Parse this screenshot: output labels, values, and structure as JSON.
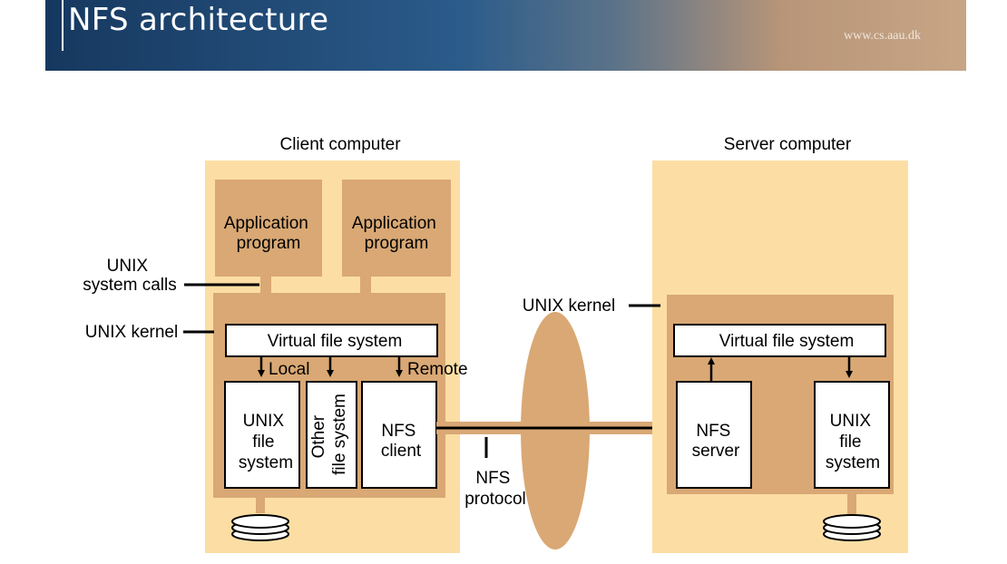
{
  "header": {
    "title": "NFS architecture",
    "url": "www.cs.aau.dk"
  },
  "diagram": {
    "client": {
      "title": "Client computer",
      "app1": [
        "Application",
        "program"
      ],
      "app2": [
        "Application",
        "program"
      ],
      "syscalls": [
        "UNIX",
        "system calls"
      ],
      "kernel": "UNIX kernel",
      "vfs": "Virtual file system",
      "local": "Local",
      "remote": "Remote",
      "unixfs": [
        "UNIX",
        "file",
        "system"
      ],
      "otherfs": [
        "Other",
        "file system"
      ],
      "nfsclient": [
        "NFS",
        "client"
      ]
    },
    "protocol": [
      "NFS",
      "protocol"
    ],
    "server": {
      "title": "Server computer",
      "kernel": "UNIX kernel",
      "vfs": "Virtual file system",
      "nfsserver": [
        "NFS",
        "server"
      ],
      "unixfs": [
        "UNIX",
        "file",
        "system"
      ]
    },
    "colors": {
      "computer_bg": "#fcdea4",
      "kernel_bg": "#d9a874",
      "app_bg": "#d9a874",
      "protocol_ellipse": "#d9a874",
      "stroke": "#000000"
    }
  }
}
